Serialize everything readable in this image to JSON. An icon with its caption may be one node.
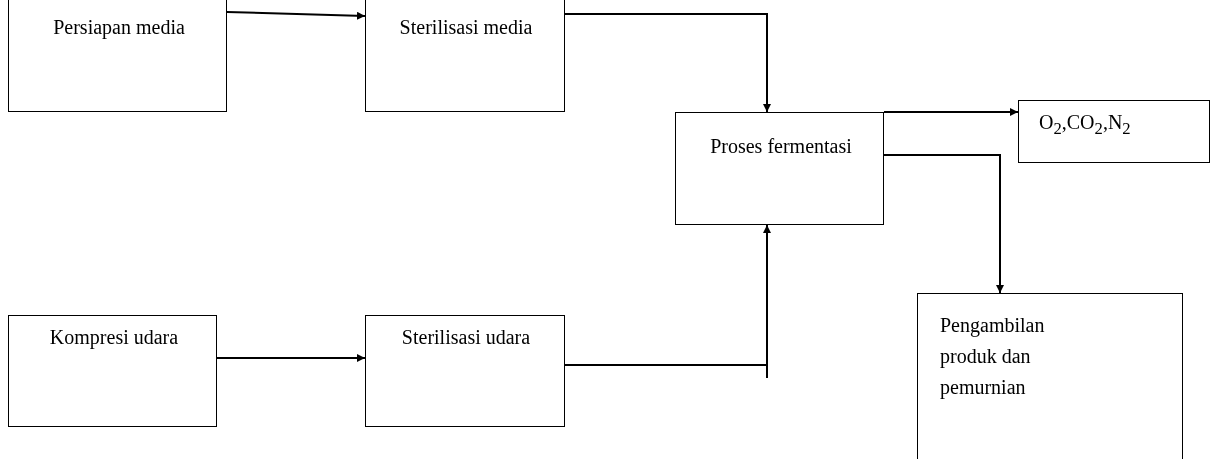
{
  "diagram": {
    "nodes": [
      {
        "text": [
          "Persiapan media"
        ]
      },
      {
        "text": [
          "Sterilisasi media"
        ]
      },
      {
        "text": [
          "Proses fermentasi"
        ]
      },
      {
        "text": [
          "O$_{2}$,CO$_{2}$,N$_{2}$"
        ]
      },
      {
        "text": [
          "Pengambilan produk dan pemurnian"
        ]
      },
      {
        "text": [
          "Kompresi udara"
        ]
      },
      {
        "text": [
          "Sterilisasi udara"
        ]
      }
    ],
    "edges": [
      {
        "from": 0,
        "to": 1,
        "arrow": "to"
      },
      {
        "from": 1,
        "to": 2,
        "arrow": "to"
      },
      {
        "from": 2,
        "to": 3,
        "arrow": "to"
      },
      {
        "from": 2,
        "to": 4,
        "arrow": "to"
      },
      {
        "from": 5,
        "to": 6,
        "arrow": "to"
      },
      {
        "from": 6,
        "to": 2,
        "arrow": "to"
      }
    ]
  }
}
